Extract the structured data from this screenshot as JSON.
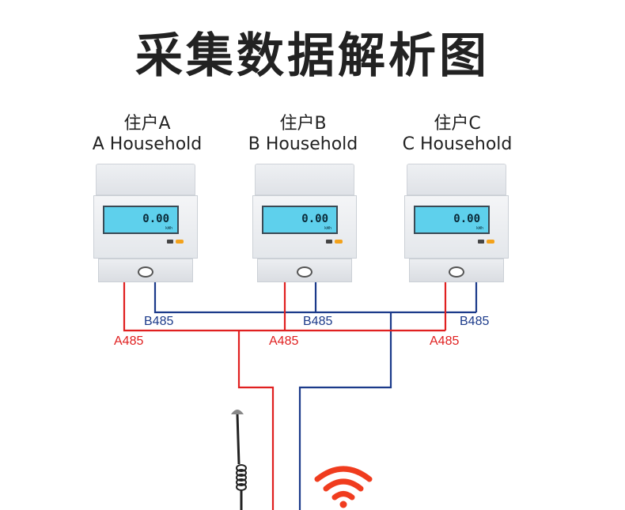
{
  "title": "采集数据解析图",
  "households": [
    {
      "label_zh": "住户A",
      "label_en": "A Household",
      "reading": "0.00",
      "unit": "kWh"
    },
    {
      "label_zh": "住户B",
      "label_en": "B Household",
      "reading": "0.00",
      "unit": "kWh"
    },
    {
      "label_zh": "住户C",
      "label_en": "C Household",
      "reading": "0.00",
      "unit": "kWh"
    }
  ],
  "bus_labels": {
    "b": "B485",
    "a": "A485"
  },
  "colors": {
    "a_line": "#e02020",
    "b_line": "#1b3a8a",
    "wifi": "#f03c1e"
  },
  "icons": [
    "antenna-icon",
    "wifi-icon"
  ]
}
